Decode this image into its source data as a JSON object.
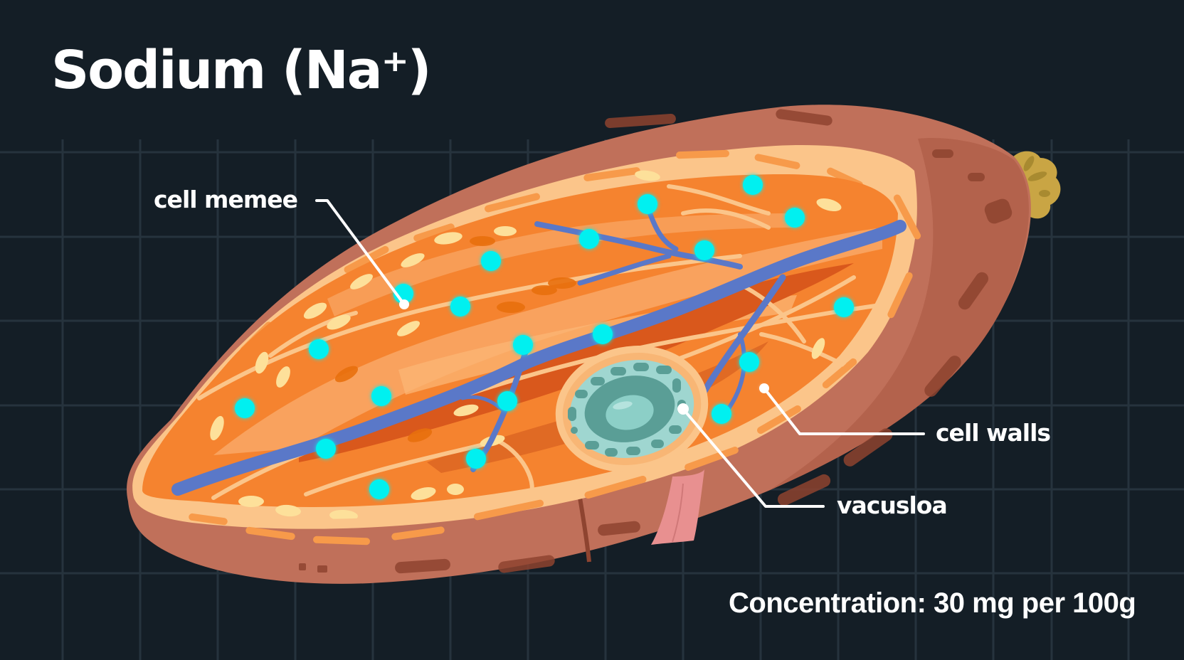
{
  "title": "Sodium (Na⁺)",
  "labels": {
    "cell_membrane": "cell memee",
    "cell_walls": "cell walls",
    "vacuole": "vacusloa"
  },
  "concentration": "Concentration: 30 mg per 100g",
  "colors": {
    "background": "#141e26",
    "grid": "#26333d",
    "skin": "#c0705a",
    "skin_dark": "#9c4a34",
    "flesh_light": "#fbc58a",
    "flesh": "#f5832f",
    "flesh_deep": "#d9581c",
    "vein": "#5a78c8",
    "ion": "#00f0f0",
    "vacuole_outer": "#9fd6d0",
    "vacuole_inner": "#5a9e96",
    "stem": "#c9a544",
    "root": "#e89090",
    "label_text": "#ffffff"
  },
  "ions": {
    "symbol": "Na+",
    "count": 22
  }
}
